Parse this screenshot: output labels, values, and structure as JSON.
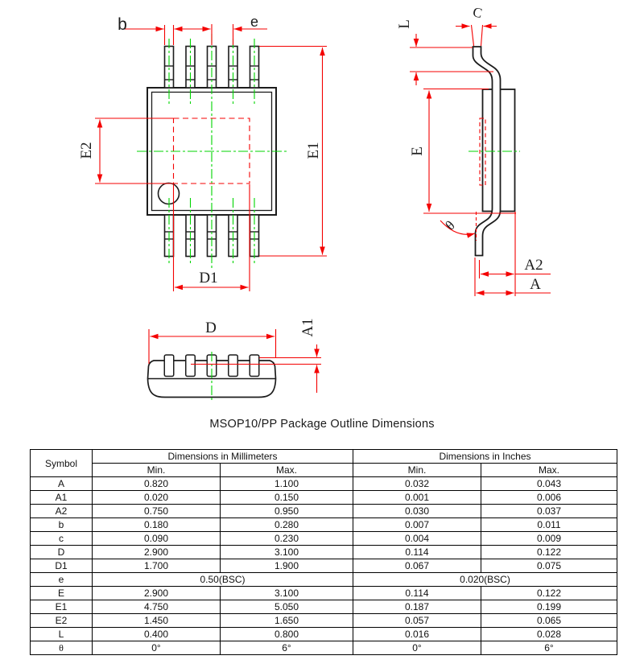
{
  "title": "MSOP10/PP Package Outline Dimensions",
  "drawing": {
    "colors": {
      "outline": "#1c1c1c",
      "dimension": "#f40000",
      "centerline": "#00d400"
    },
    "labels": {
      "top_view": {
        "b": "b",
        "e": "e",
        "E1": "E1",
        "E2": "E2",
        "D1": "D1"
      },
      "side_view": {
        "L": "L",
        "C": "C",
        "E": "E",
        "theta": "θ",
        "A2": "A2",
        "A": "A"
      },
      "front_view": {
        "D": "D",
        "A1": "A1"
      }
    }
  },
  "table": {
    "symbol_header": "Symbol",
    "mm_header": "Dimensions in Millimeters",
    "in_header": "Dimensions in Inches",
    "min_header": "Min.",
    "max_header": "Max.",
    "rows": [
      {
        "sym": "A",
        "mm_min": "0.820",
        "mm_max": "1.100",
        "in_min": "0.032",
        "in_max": "0.043"
      },
      {
        "sym": "A1",
        "mm_min": "0.020",
        "mm_max": "0.150",
        "in_min": "0.001",
        "in_max": "0.006"
      },
      {
        "sym": "A2",
        "mm_min": "0.750",
        "mm_max": "0.950",
        "in_min": "0.030",
        "in_max": "0.037"
      },
      {
        "sym": "b",
        "mm_min": "0.180",
        "mm_max": "0.280",
        "in_min": "0.007",
        "in_max": "0.011"
      },
      {
        "sym": "c",
        "mm_min": "0.090",
        "mm_max": "0.230",
        "in_min": "0.004",
        "in_max": "0.009"
      },
      {
        "sym": "D",
        "mm_min": "2.900",
        "mm_max": "3.100",
        "in_min": "0.114",
        "in_max": "0.122"
      },
      {
        "sym": "D1",
        "mm_min": "1.700",
        "mm_max": "1.900",
        "in_min": "0.067",
        "in_max": "0.075"
      },
      {
        "sym": "e",
        "mm": "0.50(BSC)",
        "in": "0.020(BSC)"
      },
      {
        "sym": "E",
        "mm_min": "2.900",
        "mm_max": "3.100",
        "in_min": "0.114",
        "in_max": "0.122"
      },
      {
        "sym": "E1",
        "mm_min": "4.750",
        "mm_max": "5.050",
        "in_min": "0.187",
        "in_max": "0.199"
      },
      {
        "sym": "E2",
        "mm_min": "1.450",
        "mm_max": "1.650",
        "in_min": "0.057",
        "in_max": "0.065"
      },
      {
        "sym": "L",
        "mm_min": "0.400",
        "mm_max": "0.800",
        "in_min": "0.016",
        "in_max": "0.028"
      },
      {
        "sym": "θ",
        "mm_min": "0°",
        "mm_max": "6°",
        "in_min": "0°",
        "in_max": "6°"
      }
    ]
  }
}
